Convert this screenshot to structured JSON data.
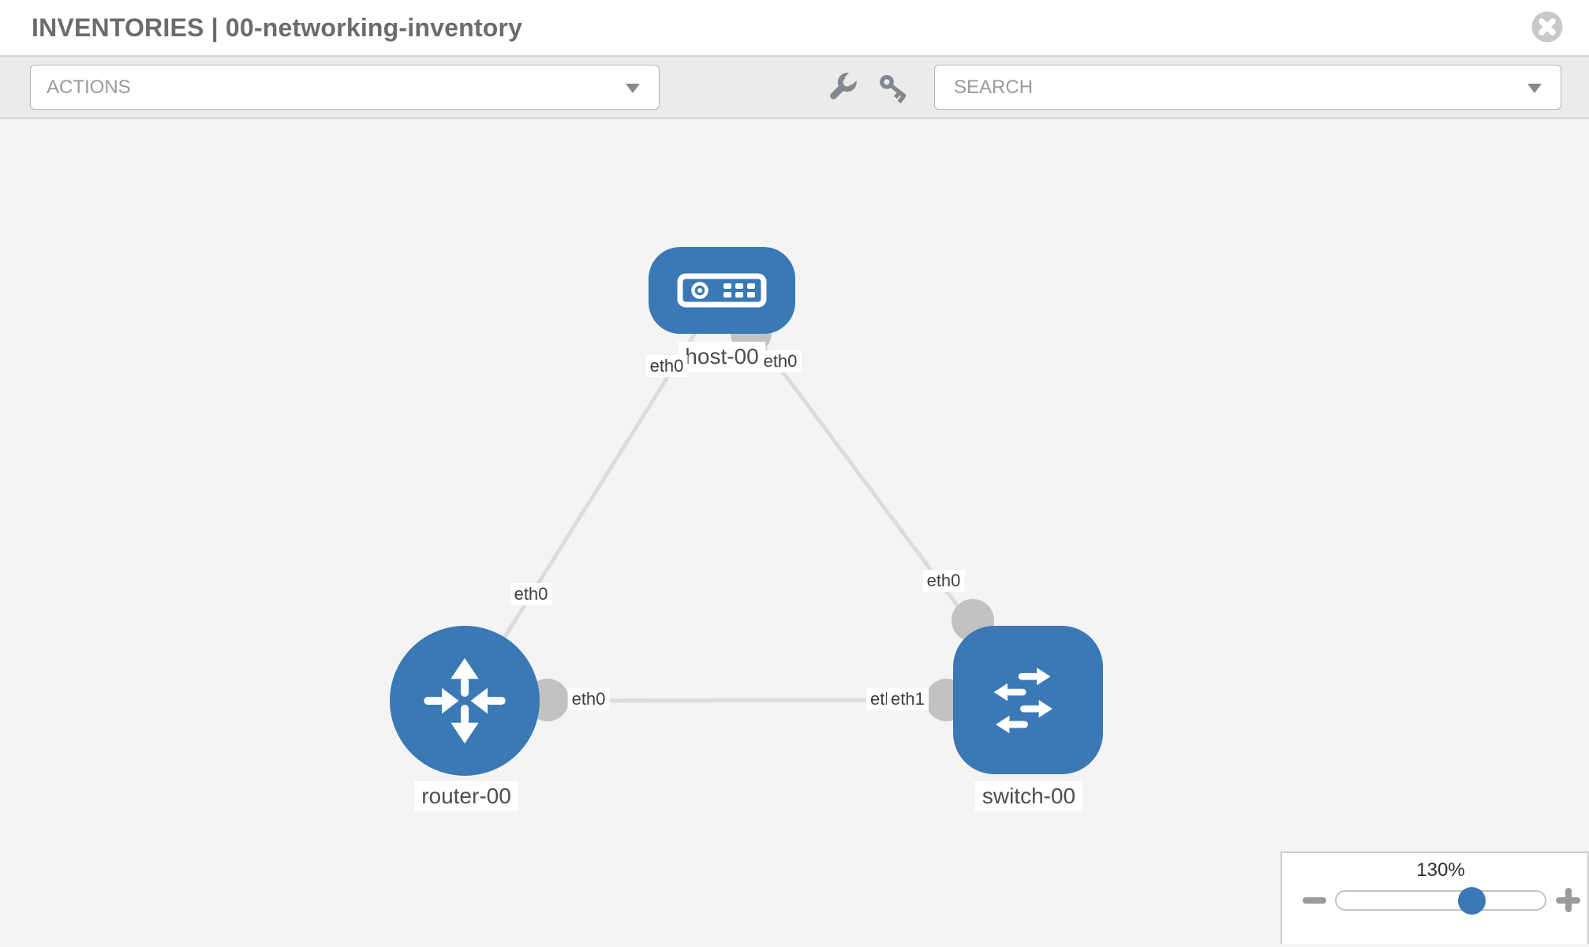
{
  "header": {
    "title": "INVENTORIES | 00-networking-inventory",
    "close_icon": "circle-x"
  },
  "toolbar": {
    "actions_label": "ACTIONS",
    "search_label": "SEARCH",
    "icons": [
      "wrench",
      "key"
    ]
  },
  "topology": {
    "nodes": [
      {
        "label": "host-00",
        "type": "host",
        "icon": "server-icon"
      },
      {
        "label": "router-00",
        "type": "router",
        "icon": "router-arrows-icon"
      },
      {
        "label": "switch-00",
        "type": "switch",
        "icon": "switch-arrows-icon"
      }
    ],
    "links": [
      {
        "from": "host-00",
        "to": "router-00",
        "iface_from": "eth0",
        "iface_to": "eth0"
      },
      {
        "from": "host-00",
        "to": "switch-00",
        "iface_from": "eth0",
        "iface_to": "eth0"
      },
      {
        "from": "router-00",
        "to": "switch-00",
        "iface_from": "eth0",
        "iface_to": "eth1",
        "iface_to_hidden": "eth0"
      }
    ]
  },
  "zoom_control": {
    "value": "130%",
    "zoom_out_icon": "minus",
    "zoom_in_icon": "plus"
  },
  "colors": {
    "node_blue": "#3a79b5",
    "edge_gray": "#dcdcdc",
    "connector_gray": "#c2c2c2",
    "toolbar_bg": "#ebebeb"
  }
}
